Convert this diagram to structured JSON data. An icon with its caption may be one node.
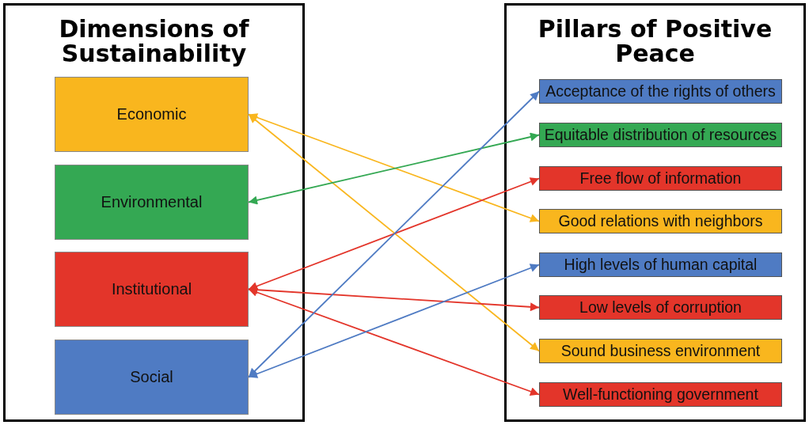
{
  "diagram": {
    "nodes": [
      {
        "text": [
          "Dimensions of Sustainability"
        ]
      },
      {
        "text": [
          "Economic"
        ],
        "in": 0
      },
      {
        "text": [
          "Environmental"
        ],
        "in": 0
      },
      {
        "text": [
          "Institutional"
        ],
        "in": 0
      },
      {
        "text": [
          "Social"
        ],
        "in": 0
      },
      {
        "text": [
          "Pillars of Positive Peace"
        ]
      },
      {
        "text": [
          "Acceptance of the rights of others"
        ],
        "in": 5
      },
      {
        "text": [
          "Equitable distribution of resources"
        ],
        "in": 5
      },
      {
        "text": [
          "Free flow of information"
        ],
        "in": 5
      },
      {
        "text": [
          "Good relations with neighbors"
        ],
        "in": 5
      },
      {
        "text": [
          "High levels of human capital"
        ],
        "in": 5
      },
      {
        "text": [
          "Low levels of corruption"
        ],
        "in": 5
      },
      {
        "text": [
          "Sound business environment"
        ],
        "in": 5
      },
      {
        "text": [
          "Well-functioning government"
        ],
        "in": 5
      }
    ],
    "edges": [
      {
        "from": 1,
        "to": 9,
        "arrow": "both",
        "color": "#f9b61e"
      },
      {
        "from": 1,
        "to": 12,
        "arrow": "both",
        "color": "#f9b61e"
      },
      {
        "from": 2,
        "to": 7,
        "arrow": "both",
        "color": "#34a853"
      },
      {
        "from": 3,
        "to": 8,
        "arrow": "both",
        "color": "#e3352a"
      },
      {
        "from": 3,
        "to": 11,
        "arrow": "both",
        "color": "#e3352a"
      },
      {
        "from": 3,
        "to": 13,
        "arrow": "both",
        "color": "#e3352a"
      },
      {
        "from": 4,
        "to": 6,
        "arrow": "both",
        "color": "#4f7bc3"
      },
      {
        "from": 4,
        "to": 10,
        "arrow": "both",
        "color": "#4f7bc3"
      }
    ]
  }
}
